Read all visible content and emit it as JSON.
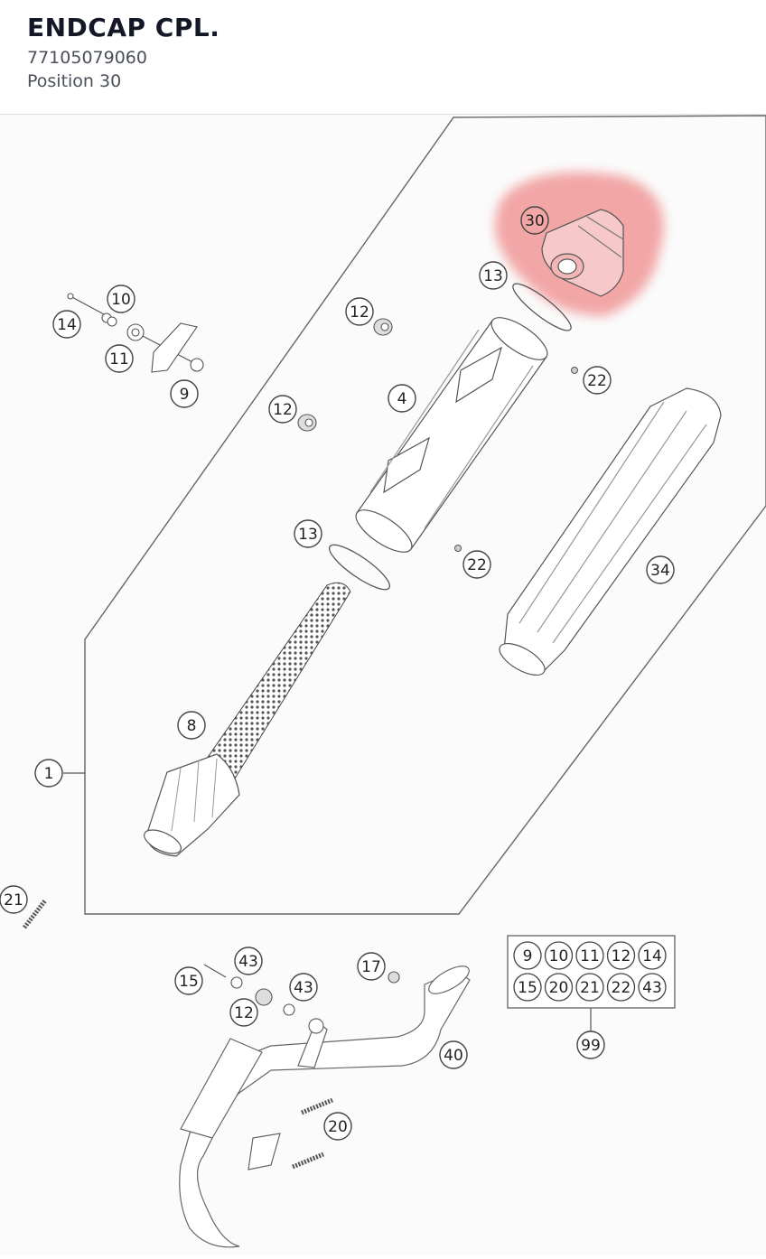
{
  "part": {
    "name": "ENDCAP CPL.",
    "number": "77105079060",
    "position": "Position 30"
  },
  "diagram": {
    "highlight_color": "#ef8a8a",
    "highlighted_callout": "30",
    "callouts": {
      "c30": "30",
      "c13a": "13",
      "c10": "10",
      "c14": "14",
      "c11": "11",
      "c9": "9",
      "c12a": "12",
      "c12b": "12",
      "c4": "4",
      "c22a": "22",
      "c22b": "22",
      "c13b": "13",
      "c34": "34",
      "c8": "8",
      "c1": "1",
      "c21": "21",
      "c43a": "43",
      "c43b": "43",
      "c15": "15",
      "c12c": "12",
      "c17": "17",
      "c40": "40",
      "c20": "20",
      "c99": "99"
    },
    "kit_box": {
      "row1": [
        "9",
        "10",
        "11",
        "12",
        "14"
      ],
      "row2": [
        "15",
        "20",
        "21",
        "22",
        "43"
      ]
    }
  }
}
